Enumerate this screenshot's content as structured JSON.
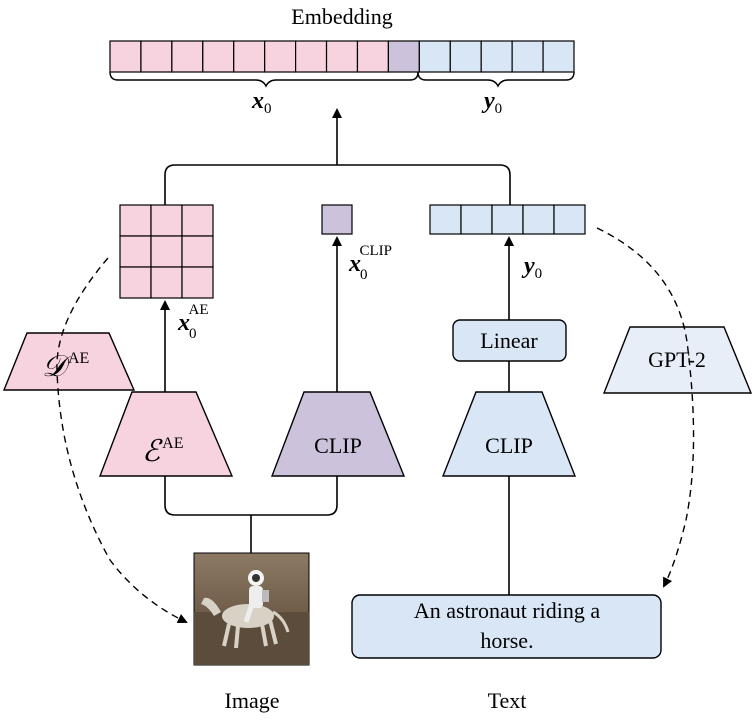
{
  "colors": {
    "pink": "#f7d3e0",
    "purple": "#cdc2dc",
    "blue": "#d9e6f6",
    "line": "#000000",
    "image_bg": "#6e5a46"
  },
  "embedding": {
    "title": "Embedding",
    "x_label": "x",
    "x_sub": "0",
    "y_label": "y",
    "y_sub": "0",
    "pink_cells": 9,
    "purple_cells": 1,
    "blue_cells": 5
  },
  "features": {
    "ae_label": "x",
    "ae_sub": "0",
    "ae_sup": "AE",
    "clip_label": "x",
    "clip_sub": "0",
    "clip_sup": "CLIP",
    "y_label": "y",
    "y_sub": "0"
  },
  "modules": {
    "decoder_symbol": "𝒟",
    "decoder_sup": "AE",
    "encoder_symbol": "ℰ",
    "encoder_sup": "AE",
    "image_clip": "CLIP",
    "text_clip": "CLIP",
    "linear": "Linear",
    "gpt": "GPT-2"
  },
  "inputs": {
    "text_line1": "An astronaut riding a",
    "text_line2": "horse.",
    "image_caption": "Image",
    "text_caption": "Text",
    "image_icon": "astronaut-riding-horse-image"
  }
}
